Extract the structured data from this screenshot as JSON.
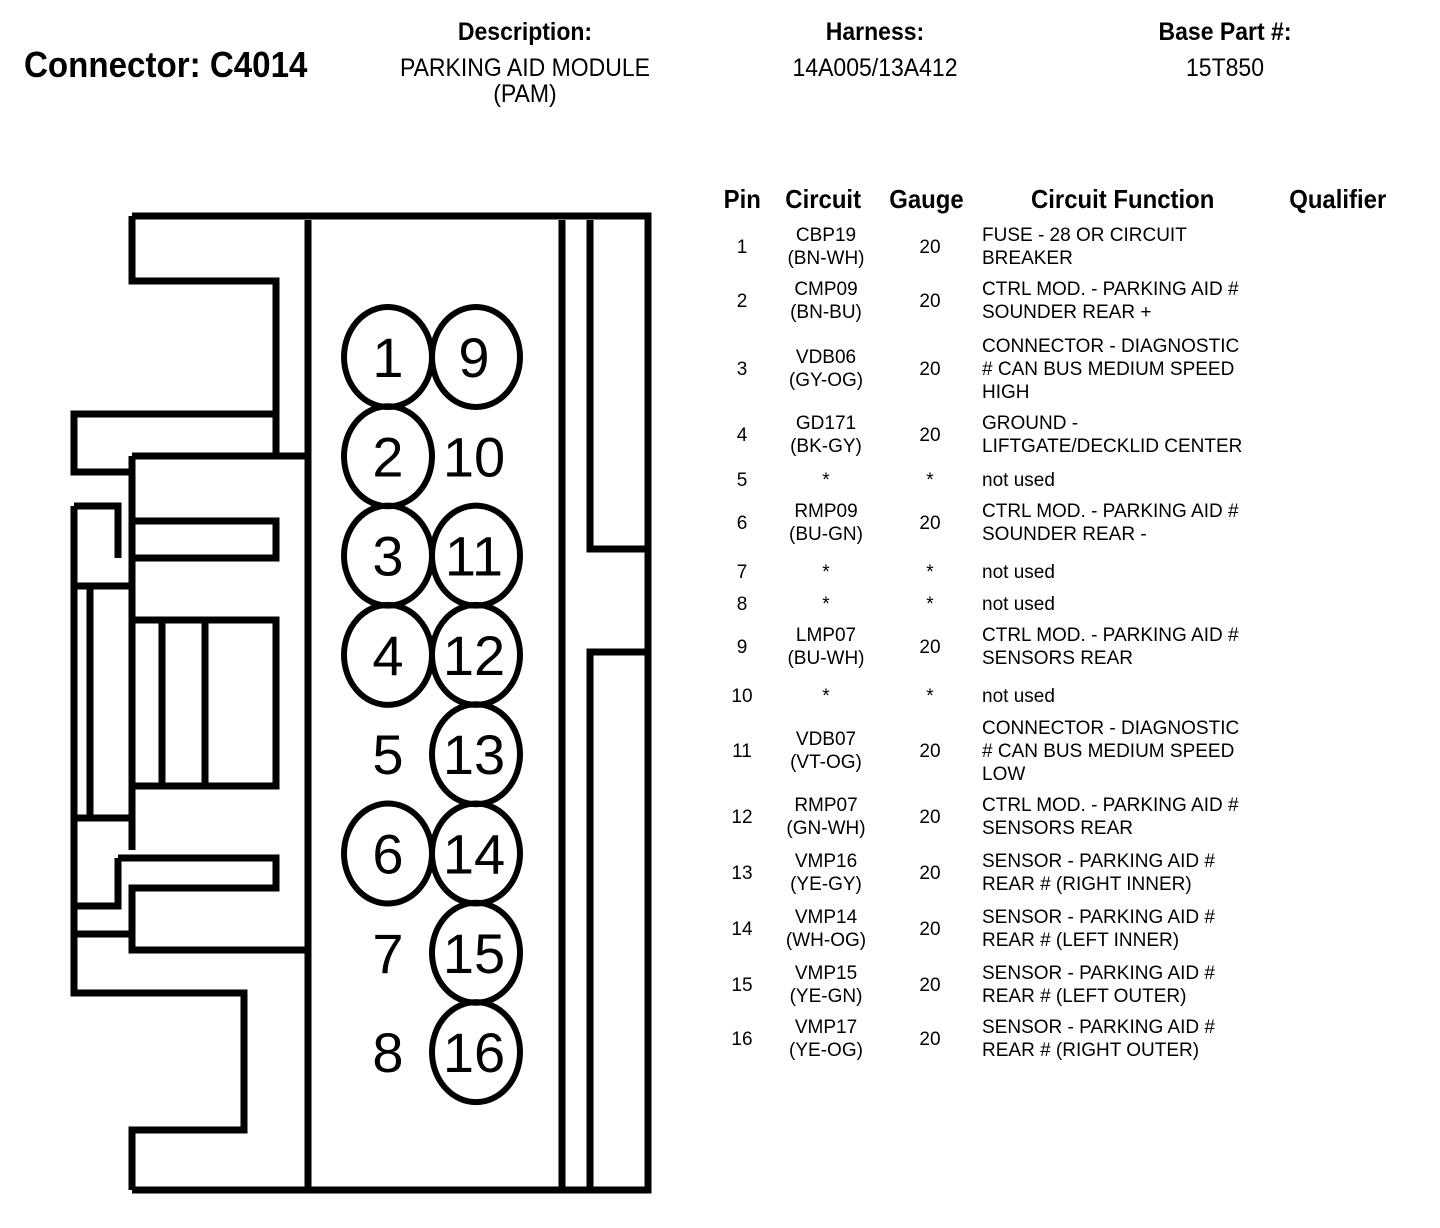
{
  "header": {
    "connector_title": "Connector: C4014",
    "description_label": "Description:",
    "description_line1": "PARKING AID MODULE",
    "description_line2": "(PAM)",
    "harness_label": "Harness:",
    "harness_value": "14A005/13A412",
    "base_part_label": "Base Part #:",
    "base_part_value": "15T850"
  },
  "connector_face": {
    "left_column_pins": [
      {
        "pin": "1",
        "populated": true
      },
      {
        "pin": "2",
        "populated": true
      },
      {
        "pin": "3",
        "populated": true
      },
      {
        "pin": "4",
        "populated": true
      },
      {
        "pin": "5",
        "populated": false
      },
      {
        "pin": "6",
        "populated": true
      },
      {
        "pin": "7",
        "populated": false
      },
      {
        "pin": "8",
        "populated": false
      }
    ],
    "right_column_pins": [
      {
        "pin": "9",
        "populated": true
      },
      {
        "pin": "10",
        "populated": false
      },
      {
        "pin": "11",
        "populated": true
      },
      {
        "pin": "12",
        "populated": true
      },
      {
        "pin": "13",
        "populated": true
      },
      {
        "pin": "14",
        "populated": true
      },
      {
        "pin": "15",
        "populated": true
      },
      {
        "pin": "16",
        "populated": true
      }
    ]
  },
  "pin_table": {
    "columns": [
      "Pin",
      "Circuit",
      "Gauge",
      "Circuit Function",
      "Qualifier"
    ],
    "rows": [
      {
        "pin": "1",
        "circuit": "CBP19",
        "color": "(BN-WH)",
        "gauge": "20",
        "function": "FUSE - 28 OR CIRCUIT\nBREAKER",
        "qualifier": ""
      },
      {
        "pin": "2",
        "circuit": "CMP09",
        "color": "(BN-BU)",
        "gauge": "20",
        "function": "CTRL MOD. - PARKING AID #\nSOUNDER REAR +",
        "qualifier": ""
      },
      {
        "pin": "3",
        "circuit": "VDB06",
        "color": "(GY-OG)",
        "gauge": "20",
        "function": "CONNECTOR - DIAGNOSTIC\n# CAN BUS MEDIUM SPEED\nHIGH",
        "qualifier": ""
      },
      {
        "pin": "4",
        "circuit": "GD171",
        "color": "(BK-GY)",
        "gauge": "20",
        "function": "GROUND -\nLIFTGATE/DECKLID CENTER",
        "qualifier": ""
      },
      {
        "pin": "5",
        "circuit": "*",
        "color": "",
        "gauge": "*",
        "function": "not used",
        "qualifier": ""
      },
      {
        "pin": "6",
        "circuit": "RMP09",
        "color": "(BU-GN)",
        "gauge": "20",
        "function": "CTRL MOD. - PARKING AID #\nSOUNDER REAR -",
        "qualifier": ""
      },
      {
        "pin": "7",
        "circuit": "*",
        "color": "",
        "gauge": "*",
        "function": "not used",
        "qualifier": ""
      },
      {
        "pin": "8",
        "circuit": "*",
        "color": "",
        "gauge": "*",
        "function": "not used",
        "qualifier": ""
      },
      {
        "pin": "9",
        "circuit": "LMP07",
        "color": "(BU-WH)",
        "gauge": "20",
        "function": "CTRL MOD. - PARKING AID #\nSENSORS REAR",
        "qualifier": ""
      },
      {
        "pin": "10",
        "circuit": "*",
        "color": "",
        "gauge": "*",
        "function": "not used",
        "qualifier": ""
      },
      {
        "pin": "11",
        "circuit": "VDB07",
        "color": "(VT-OG)",
        "gauge": "20",
        "function": "CONNECTOR - DIAGNOSTIC\n# CAN BUS MEDIUM SPEED\nLOW",
        "qualifier": ""
      },
      {
        "pin": "12",
        "circuit": "RMP07",
        "color": "(GN-WH)",
        "gauge": "20",
        "function": "CTRL MOD. - PARKING AID #\nSENSORS REAR",
        "qualifier": ""
      },
      {
        "pin": "13",
        "circuit": "VMP16",
        "color": "(YE-GY)",
        "gauge": "20",
        "function": "SENSOR - PARKING AID #\nREAR # (RIGHT INNER)",
        "qualifier": ""
      },
      {
        "pin": "14",
        "circuit": "VMP14",
        "color": "(WH-OG)",
        "gauge": "20",
        "function": "SENSOR - PARKING AID #\nREAR # (LEFT INNER)",
        "qualifier": ""
      },
      {
        "pin": "15",
        "circuit": "VMP15",
        "color": "(YE-GN)",
        "gauge": "20",
        "function": "SENSOR - PARKING AID #\nREAR # (LEFT OUTER)",
        "qualifier": ""
      },
      {
        "pin": "16",
        "circuit": "VMP17",
        "color": "(YE-OG)",
        "gauge": "20",
        "function": "SENSOR - PARKING AID #\nREAR # (RIGHT OUTER)",
        "qualifier": ""
      }
    ]
  }
}
